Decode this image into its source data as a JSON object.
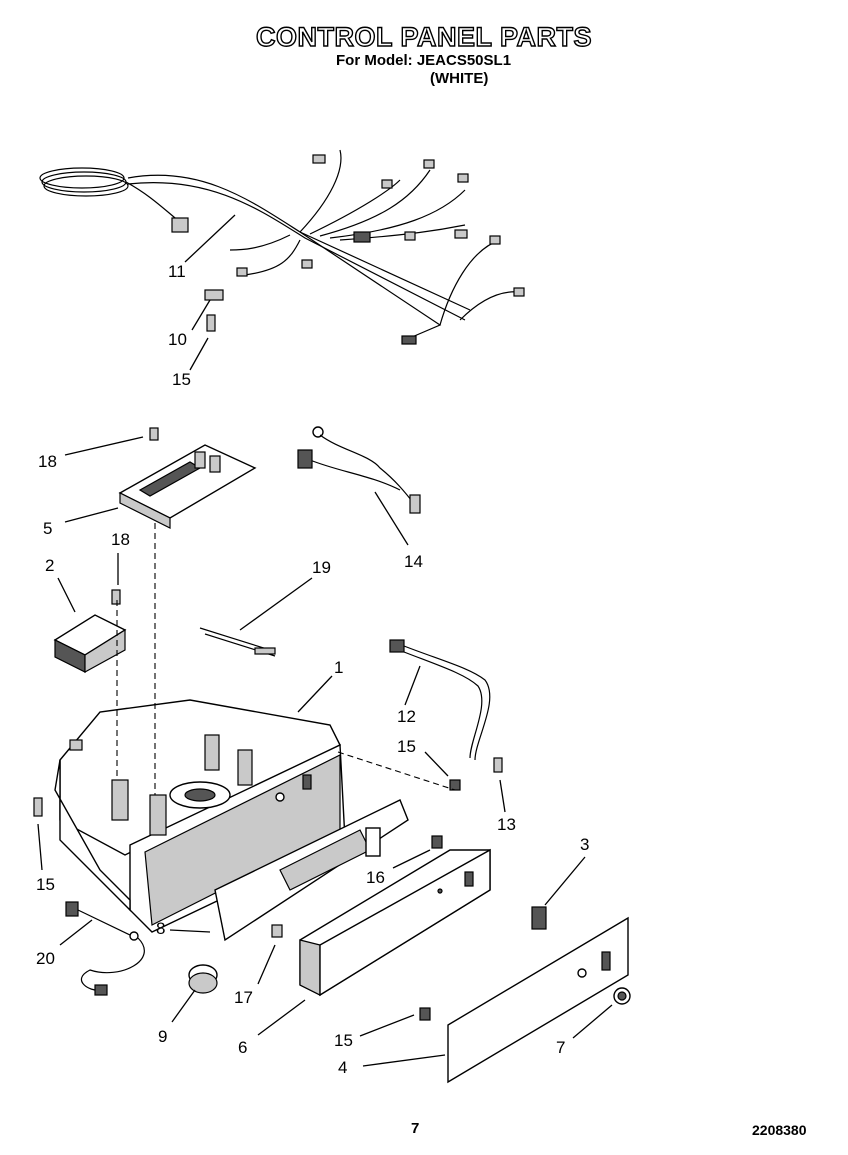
{
  "title": "CONTROL PANEL PARTS",
  "model_line": "For Model: JEACS50SL1",
  "color_line": "(WHITE)",
  "page_number": "7",
  "doc_number": "2208380",
  "callouts": {
    "c1": "1",
    "c2": "2",
    "c3": "3",
    "c4": "4",
    "c5": "5",
    "c6": "6",
    "c7a": "7",
    "c8": "8",
    "c9": "9",
    "c10": "10",
    "c11": "11",
    "c12": "12",
    "c13": "13",
    "c14": "14",
    "c15a": "15",
    "c15b": "15",
    "c15c": "15",
    "c15d": "15",
    "c16": "16",
    "c17": "17",
    "c18a": "18",
    "c18b": "18",
    "c19": "19",
    "c20": "20"
  }
}
